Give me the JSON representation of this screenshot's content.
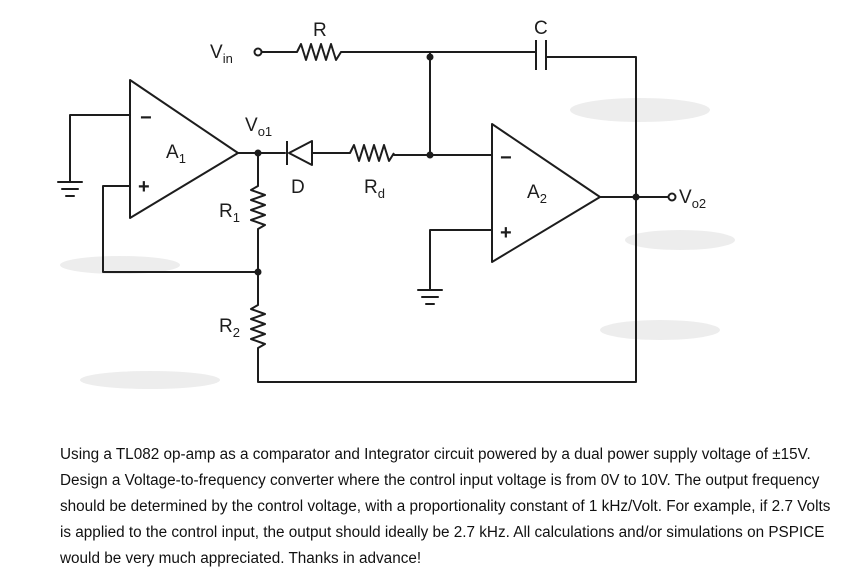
{
  "circuit": {
    "vin": {
      "main": "V",
      "sub": "in"
    },
    "vo1": {
      "main": "V",
      "sub": "o1"
    },
    "vo2": {
      "main": "V",
      "sub": "o2"
    },
    "r": "R",
    "c": "C",
    "r1": {
      "main": "R",
      "sub": "1"
    },
    "r2": {
      "main": "R",
      "sub": "2"
    },
    "rd": {
      "main": "R",
      "sub": "d"
    },
    "d": "D",
    "a1": {
      "main": "A",
      "sub": "1"
    },
    "a2": {
      "main": "A",
      "sub": "2"
    },
    "a1_minus": "−",
    "a1_plus": "+",
    "a2_minus": "−",
    "a2_plus": "+"
  },
  "question": "Using a TL082 op-amp as a comparator and Integrator circuit powered by a dual power supply voltage of ±15V. Design a Voltage-to-frequency converter where the control input voltage is from 0V to 10V. The output frequency should be determined by the control voltage, with a proportionality constant of 1 kHz/Volt. For example, if 2.7 Volts is applied to the control input, the output should ideally be 2.7 kHz. All calculations and/or simulations on PSPICE would be very much appreciated. Thanks in advance!"
}
